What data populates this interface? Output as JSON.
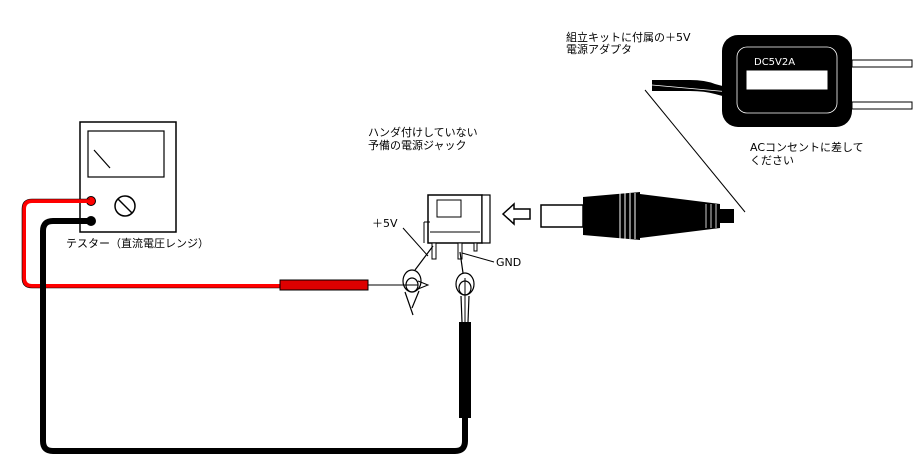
{
  "labels": {
    "tester": "テスター（直流電圧レンジ）",
    "plus5v": "＋5V",
    "gnd": "GND",
    "jack_line1": "ハンダ付けしていない",
    "jack_line2": "予備の電源ジャック",
    "adapter_line1": "組立キットに付属の＋5V",
    "adapter_line2": "電源アダプタ",
    "ac_line1": "ACコンセントに差して",
    "ac_line2": "ください",
    "adapter_rating": "DC5V2A"
  },
  "colors": {
    "red_lead": "#ff0000",
    "red_probe": "#dd0000",
    "black_lead": "#000000",
    "adapter_body": "#000000",
    "adapter_panel": "#ffffff",
    "tester_panel": "#ffffff"
  },
  "icons": [
    "meter-needle-icon",
    "range-dial-icon",
    "insert-arrow-icon"
  ]
}
